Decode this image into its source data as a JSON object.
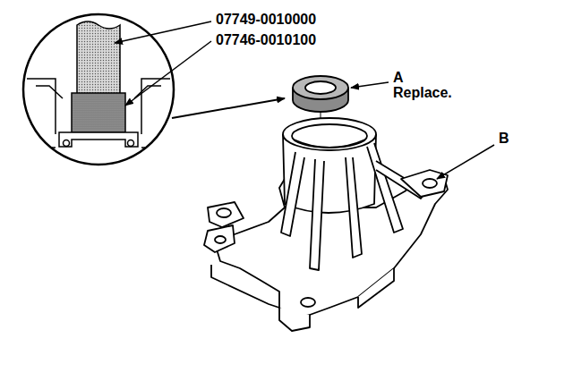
{
  "diagram": {
    "labels": [
      "07749-0010000",
      "07746-0010100",
      "A",
      "Replace.",
      "B"
    ]
  }
}
